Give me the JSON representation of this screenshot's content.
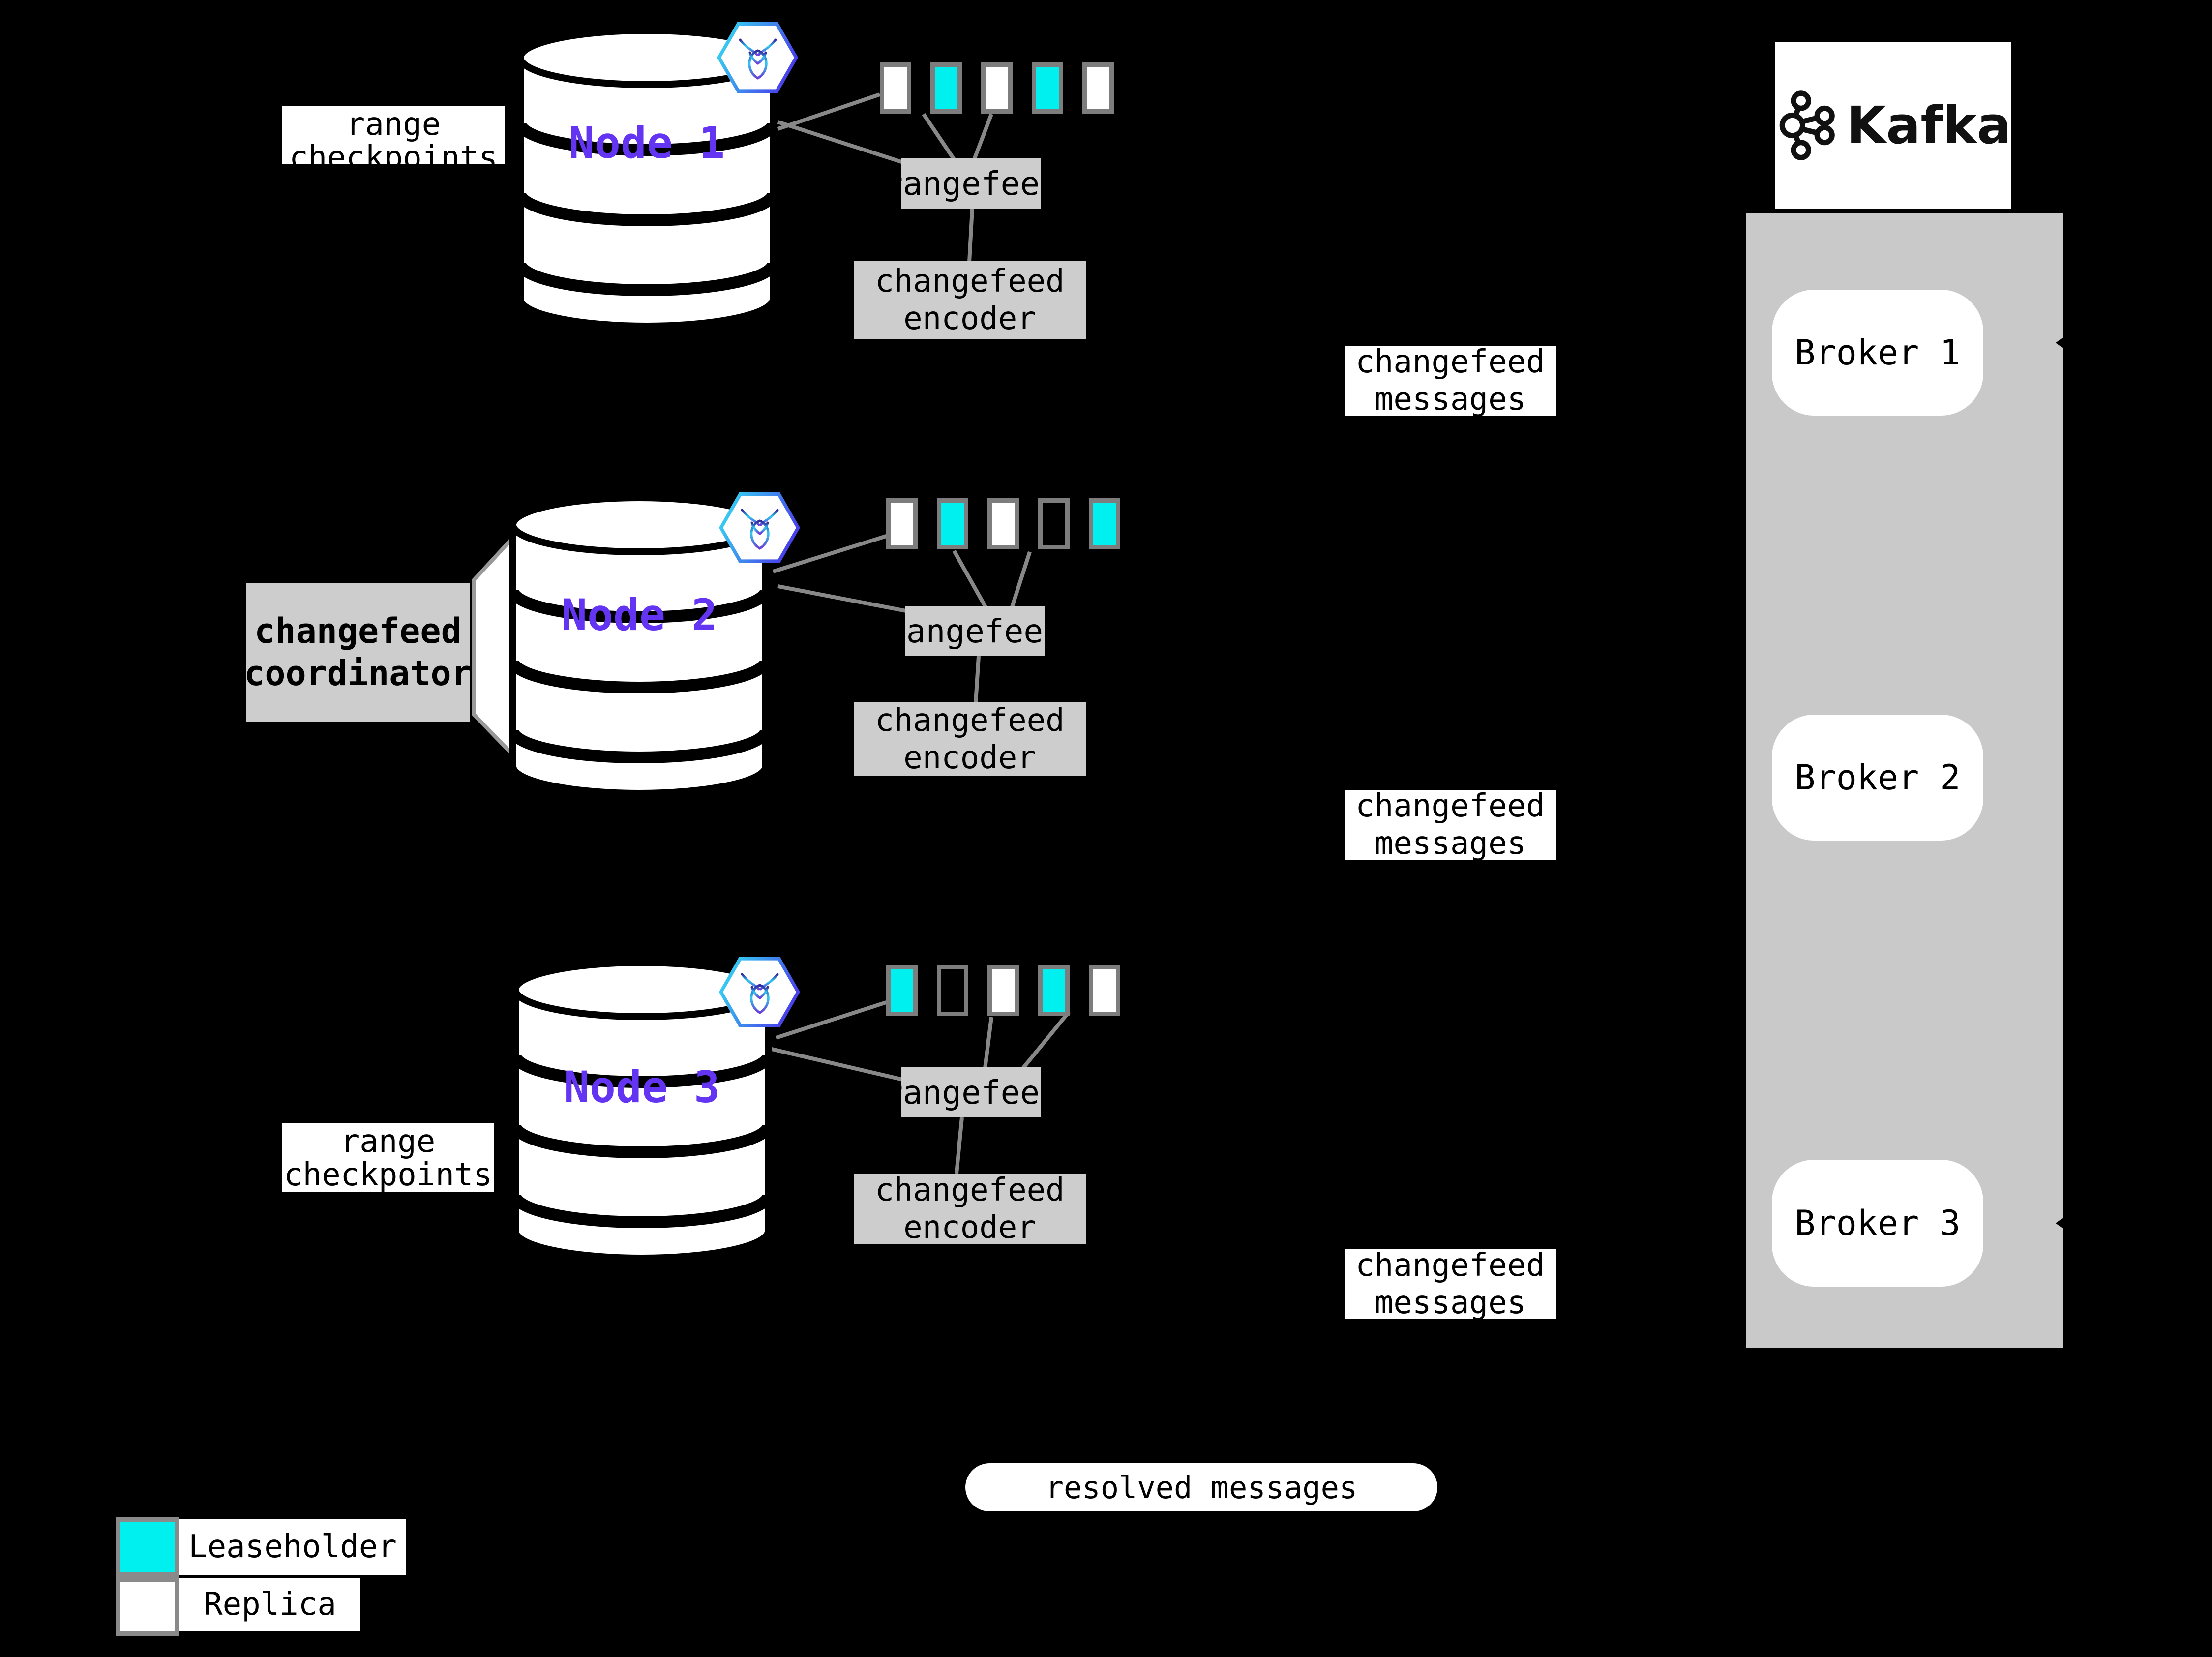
{
  "nodes": [
    {
      "label": "Node 1",
      "ranges": [
        "replica",
        "leaseholder",
        "replica",
        "leaseholder",
        "replica"
      ]
    },
    {
      "label": "Node 2",
      "ranges": [
        "replica",
        "leaseholder",
        "replica",
        "empty",
        "leaseholder"
      ]
    },
    {
      "label": "Node 3",
      "ranges": [
        "leaseholder",
        "empty",
        "replica",
        "leaseholder",
        "replica"
      ]
    }
  ],
  "labels": {
    "rangefeed": "rangefeed",
    "changefeed_encoder": "changefeed\nencoder",
    "changefeed_messages": "changefeed\nmessages",
    "changefeed_coordinator": "changefeed\ncoordinator",
    "range_checkpoints": "range\ncheckpoints",
    "resolved_messages": "resolved messages"
  },
  "kafka": {
    "wordmark": "Kafka",
    "brokers": [
      "Broker 1",
      "Broker 2",
      "Broker 3"
    ]
  },
  "legend": {
    "leaseholder_label": "Leaseholder",
    "replica_label": "Replica"
  },
  "colors": {
    "background": "#000000",
    "leaseholder": "#00efef",
    "replica": "#ffffff",
    "empty_range_fill": "#000000",
    "square_border": "#7d7d7d",
    "node_label_purple": "#6434f3",
    "label_box_gray": "#cdcdcd",
    "kafka_container_gray": "#c9c9c9",
    "connector_line_gray": "#888888",
    "hexagon_gradient_start": "#35d5f2",
    "hexagon_gradient_end": "#4a33ea"
  }
}
